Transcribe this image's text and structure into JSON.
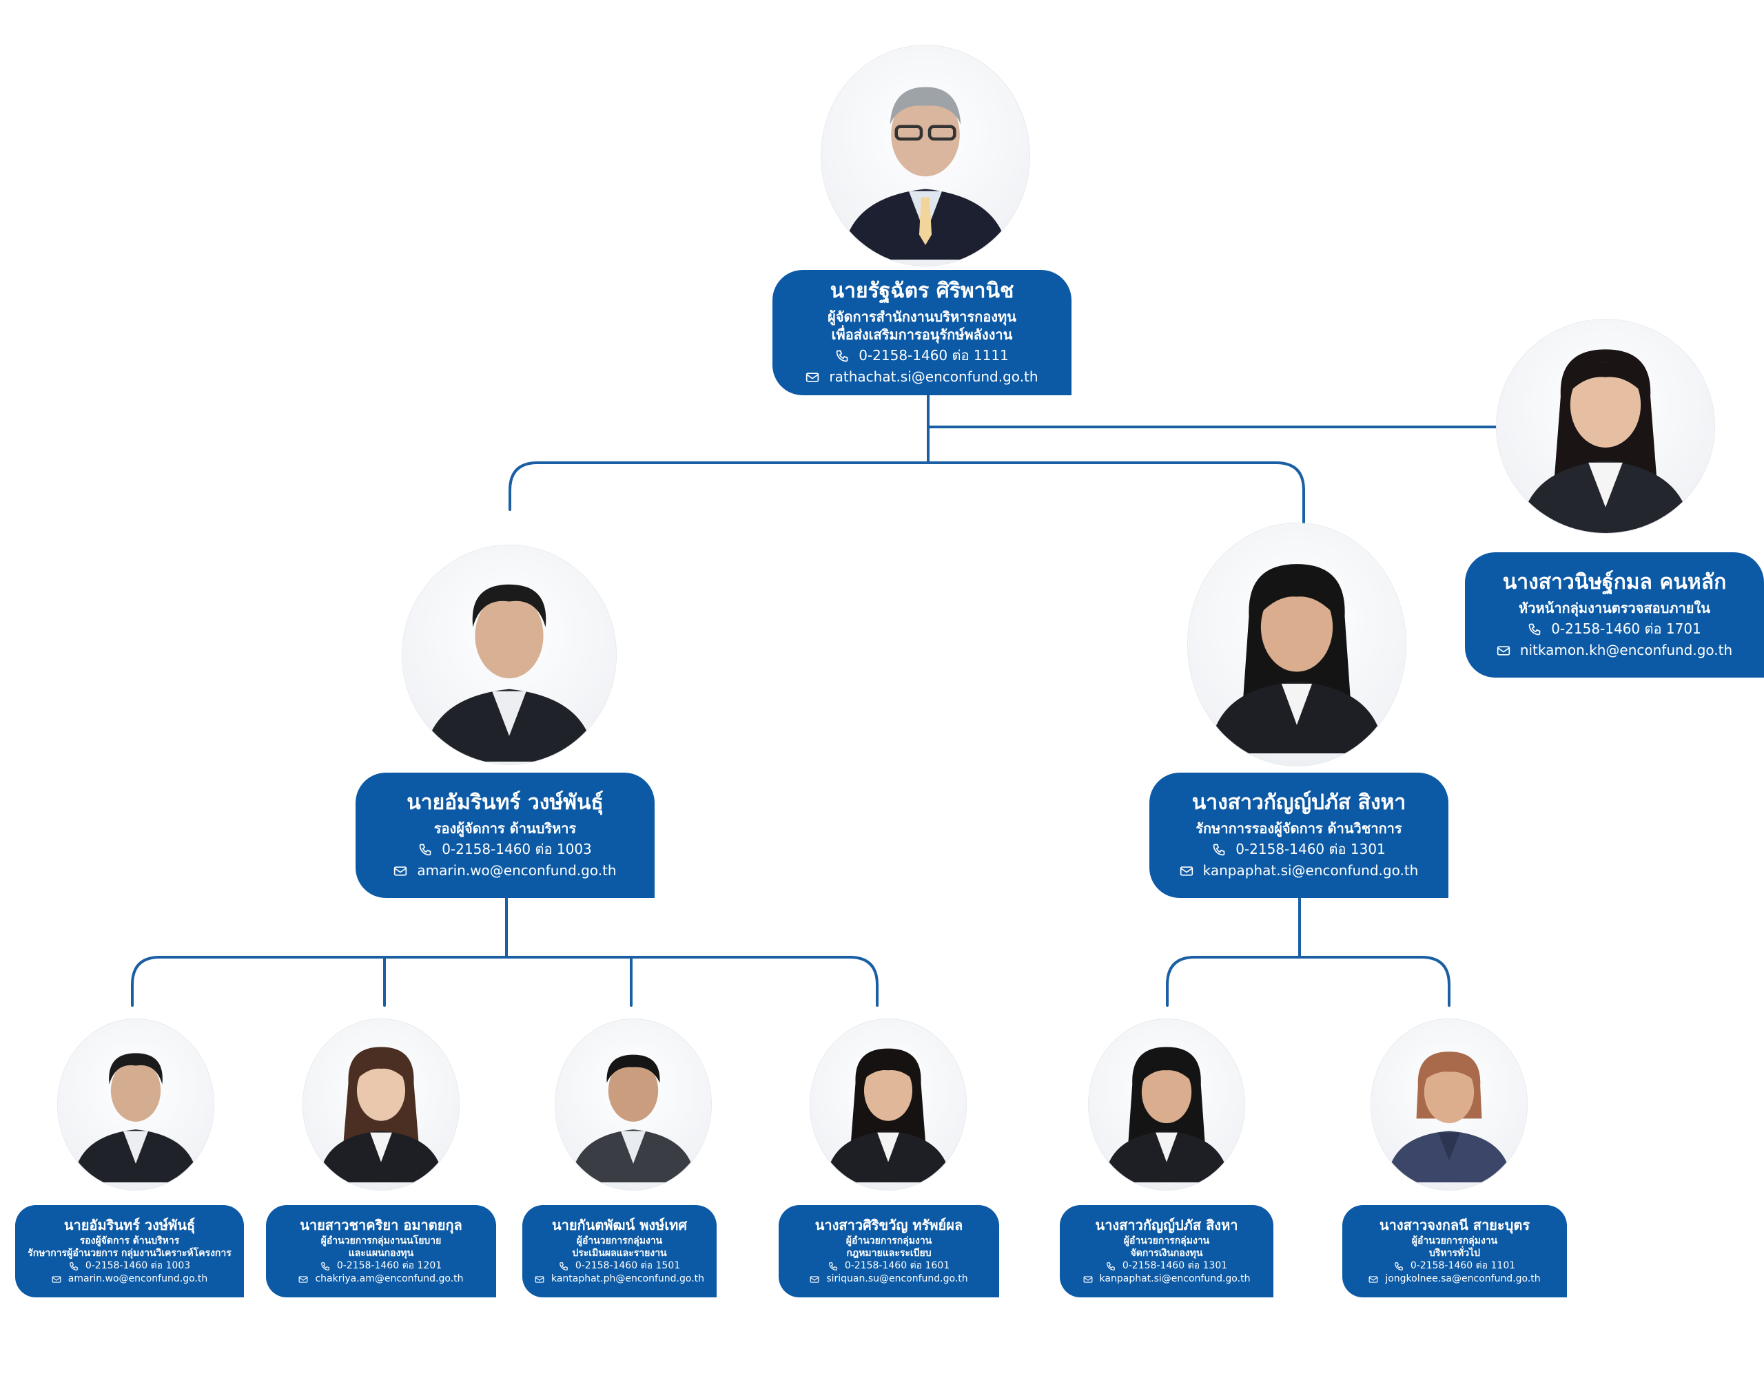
{
  "colors": {
    "card": "#0c5aa6",
    "line": "#1a5fa3",
    "text": "#ffffff"
  },
  "icons": {
    "phone": "phone-icon",
    "email": "email-icon"
  },
  "people": {
    "director": {
      "name": "นายรัฐฉัตร ศิริพานิช",
      "position": [
        "ผู้จัดการสำนักงานบริหารกองทุน",
        "เพื่อส่งเสริมการอนุรักษ์พลังงาน"
      ],
      "phone": "0-2158-1460 ต่อ 1111",
      "email": "rathachat.si@enconfund.go.th"
    },
    "audit": {
      "name": "นางสาวนิษฐ์กมล คนหลัก",
      "position": [
        "หัวหน้ากลุ่มงานตรวจสอบภายใน"
      ],
      "phone": "0-2158-1460 ต่อ 1701",
      "email": "nitkamon.kh@enconfund.go.th"
    },
    "deputy_admin": {
      "name": "นายอัมรินทร์ วงษ์พันธุ์",
      "position": [
        "รองผู้จัดการ ด้านบริหาร"
      ],
      "phone": "0-2158-1460 ต่อ 1003",
      "email": "amarin.wo@enconfund.go.th"
    },
    "deputy_academic": {
      "name": "นางสาวกัญญ์ปภัส สิงหา",
      "position": [
        "รักษาการรองผู้จัดการ ด้านวิชาการ"
      ],
      "phone": "0-2158-1460 ต่อ 1301",
      "email": "kanpaphat.si@enconfund.go.th"
    },
    "s1": {
      "name": "นายอัมรินทร์ วงษ์พันธุ์",
      "position": [
        "รองผู้จัดการ ด้านบริหาร",
        "รักษาการผู้อำนวยการ กลุ่มงานวิเคราะห์โครงการ"
      ],
      "phone": "0-2158-1460 ต่อ 1003",
      "email": "amarin.wo@enconfund.go.th"
    },
    "s2": {
      "name": "นายสาวชาคริยา อมาตยกุล",
      "position": [
        "ผู้อำนวยการกลุ่มงานนโยบาย",
        "และแผนกองทุน"
      ],
      "phone": "0-2158-1460 ต่อ 1201",
      "email": "chakriya.am@enconfund.go.th"
    },
    "s3": {
      "name": "นายกันตพัฒน์ พงษ์เทศ",
      "position": [
        "ผู้อำนวยการกลุ่มงาน",
        "ประเมินผลและรายงาน"
      ],
      "phone": "0-2158-1460 ต่อ 1501",
      "email": "kantaphat.ph@enconfund.go.th"
    },
    "s4": {
      "name": "นางสาวศิริขวัญ ทรัพย์ผล",
      "position": [
        "ผู้อำนวยการกลุ่มงาน",
        "กฎหมายและระเบียบ"
      ],
      "phone": "0-2158-1460 ต่อ 1601",
      "email": "siriquan.su@enconfund.go.th"
    },
    "s5": {
      "name": "นางสาวกัญญ์ปภัส สิงหา",
      "position": [
        "ผู้อำนวยการกลุ่มงาน",
        "จัดการเงินกองทุน"
      ],
      "phone": "0-2158-1460 ต่อ 1301",
      "email": "kanpaphat.si@enconfund.go.th"
    },
    "s6": {
      "name": "นางสาวจงกลนี สายะบุตร",
      "position": [
        "ผู้อำนวยการกลุ่มงาน",
        "บริหารทั่วไป"
      ],
      "phone": "0-2158-1460 ต่อ 1101",
      "email": "jongkolnee.sa@enconfund.go.th"
    }
  }
}
